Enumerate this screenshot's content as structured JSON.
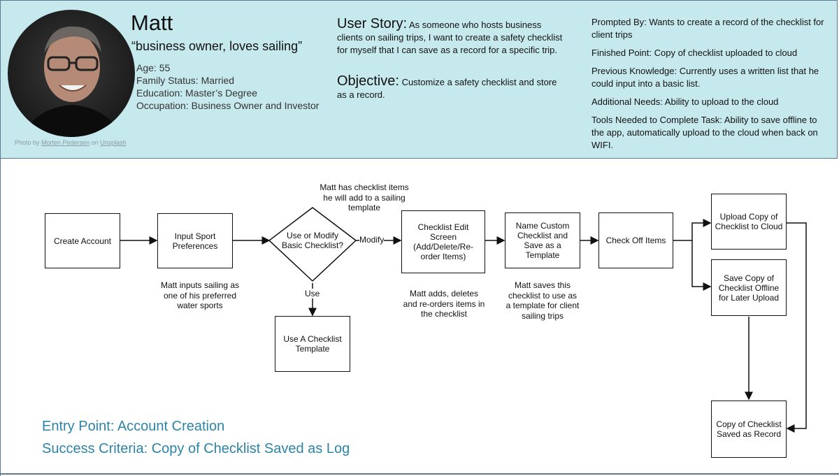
{
  "persona": {
    "name": "Matt",
    "tagline": "“business owner, loves sailing”",
    "facts": [
      "Age: 55",
      "Family Status: Married",
      "Education: Master’s Degree",
      "Occupation: Business Owner and Investor"
    ],
    "credit_prefix": "Photo by ",
    "credit_author": "Morten Pedersen",
    "credit_mid": " on ",
    "credit_site": "Unsplash"
  },
  "story": {
    "heading": "User Story:",
    "text": "As someone who hosts business clients on sailing trips, I want to create a safety checklist for myself that I can save as a record for a specific trip.",
    "objective_heading": "Objective:",
    "objective_text": "Customize a safety checklist and store as a record."
  },
  "details": [
    "Prompted By: Wants to create a record of the checklist for client trips",
    "Finished Point: Copy of checklist uploaded to cloud",
    "Previous Knowledge: Currently uses a written list that he could input into a basic list.",
    "Additional Needs: Ability to upload to the cloud",
    "Tools Needed to Complete Task: Ability to save offline to the app, automatically upload to the cloud when back on WIFI."
  ],
  "flow": {
    "create_account": "Create Account",
    "input_sport": "Input Sport Preferences",
    "decision": "Use or Modify Basic Checklist?",
    "modify_label": "Modify",
    "use_label": "Use",
    "use_template": "Use A Checklist Template",
    "edit_screen": "Checklist Edit Screen (Add/Delete/Re-order Items)",
    "name_custom": "Name Custom Checklist and Save as a Template",
    "check_off": "Check Off Items",
    "upload_cloud": "Upload Copy of Checklist to Cloud",
    "save_offline": "Save Copy of Checklist Offline for Later Upload",
    "saved_record": "Copy of Checklist Saved as Record",
    "note_sport": "Matt inputs sailing as one of his preferred water sports",
    "note_template": "Matt has checklist items he will add to a sailing template",
    "note_edit": "Matt adds, deletes and re-orders items in the checklist",
    "note_save": "Matt saves this checklist to use as a template for client sailing trips"
  },
  "entry_point": "Entry Point: Account Creation",
  "success_criteria": "Success Criteria: Copy of Checklist Saved as Log",
  "colors": {
    "header_bg": "#c6e9ee",
    "accent_text": "#2d84a8"
  }
}
